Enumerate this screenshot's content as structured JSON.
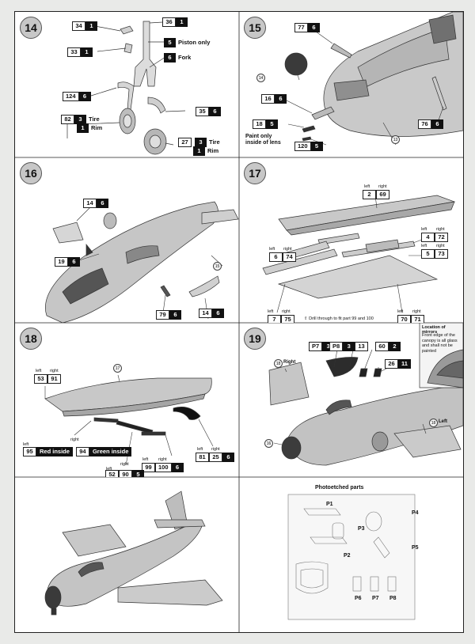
{
  "steps": {
    "s14": {
      "number": "14",
      "parts": [
        {
          "id": "p34",
          "num": "34",
          "qty": "1"
        },
        {
          "id": "p36",
          "num": "36",
          "qty": "1"
        },
        {
          "id": "p5",
          "num": "5",
          "label": "Piston only"
        },
        {
          "id": "p33",
          "num": "33",
          "qty": "1"
        },
        {
          "id": "p6",
          "num": "6",
          "label": "Fork"
        },
        {
          "id": "p124",
          "num": "124",
          "qty": "6"
        },
        {
          "id": "p35",
          "num": "35",
          "qty": "6"
        },
        {
          "id": "p82",
          "num": "82",
          "qty": "3",
          "label": "Tire"
        },
        {
          "id": "p1r",
          "qty": "1",
          "label": "Rim"
        },
        {
          "id": "p27",
          "num": "27",
          "qty": "3",
          "label": "Tire"
        },
        {
          "id": "p1r2",
          "qty": "1",
          "label": "Rim"
        }
      ]
    },
    "s15": {
      "number": "15",
      "p77": {
        "num": "77",
        "qty": "6"
      },
      "p16": {
        "num": "16",
        "qty": "6"
      },
      "p18": {
        "num": "18",
        "qty": "5"
      },
      "p120": {
        "num": "120",
        "qty": "5"
      },
      "p76": {
        "num": "76",
        "qty": "6"
      },
      "note": "Paint only\ninside of lens",
      "callout14": "14",
      "callout13": "13"
    },
    "s16": {
      "number": "16",
      "p14a": {
        "num": "14",
        "qty": "6"
      },
      "p19": {
        "num": "19",
        "qty": "6"
      },
      "p79": {
        "num": "79",
        "qty": "6"
      },
      "p14b": {
        "num": "14",
        "qty": "6"
      },
      "callout15": "15"
    },
    "s17": {
      "number": "17",
      "left": "left",
      "right": "right",
      "p2": {
        "left": "2",
        "right": "69"
      },
      "p4": {
        "left": "4",
        "right": "72"
      },
      "p6": {
        "left": "6",
        "right": "74"
      },
      "p5": {
        "left": "5",
        "right": "73"
      },
      "p7": {
        "left": "7",
        "right": "75"
      },
      "p70": {
        "left": "70",
        "right": "71"
      },
      "note": "Drill through to fit part 99 and 100"
    },
    "s18": {
      "number": "18",
      "left": "left",
      "right": "right",
      "p53": {
        "left": "53",
        "right": "91"
      },
      "p95": {
        "left": "95",
        "left_label": "Red inside",
        "right": "94",
        "right_label": "Green inside"
      },
      "p99": {
        "left": "99",
        "right": "100",
        "qty": "6"
      },
      "p81": {
        "left": "81",
        "right": "25",
        "qty": "6"
      },
      "p52": {
        "left": "52",
        "right": "90",
        "qty": "5"
      },
      "callout17": "17"
    },
    "s19": {
      "number": "19",
      "p7": {
        "num": "P7",
        "qty": "3"
      },
      "p8": {
        "num": "P8",
        "qty": "3"
      },
      "p13": {
        "num": "13"
      },
      "p60": {
        "num": "60",
        "qty": "2"
      },
      "p26": {
        "num": "26",
        "qty": "11"
      },
      "right": "Right",
      "left": "Left",
      "callout18a": "18",
      "callout18b": "18",
      "callout16": "16",
      "mirror_title": "Location of mirrors",
      "mirror_note": "Front edge of the canopy is all glass and shall not be painted"
    },
    "pe": {
      "title": "Photoetched parts",
      "labels": [
        "P1",
        "P2",
        "P3",
        "P4",
        "P5",
        "P6",
        "P7",
        "P8"
      ]
    }
  }
}
